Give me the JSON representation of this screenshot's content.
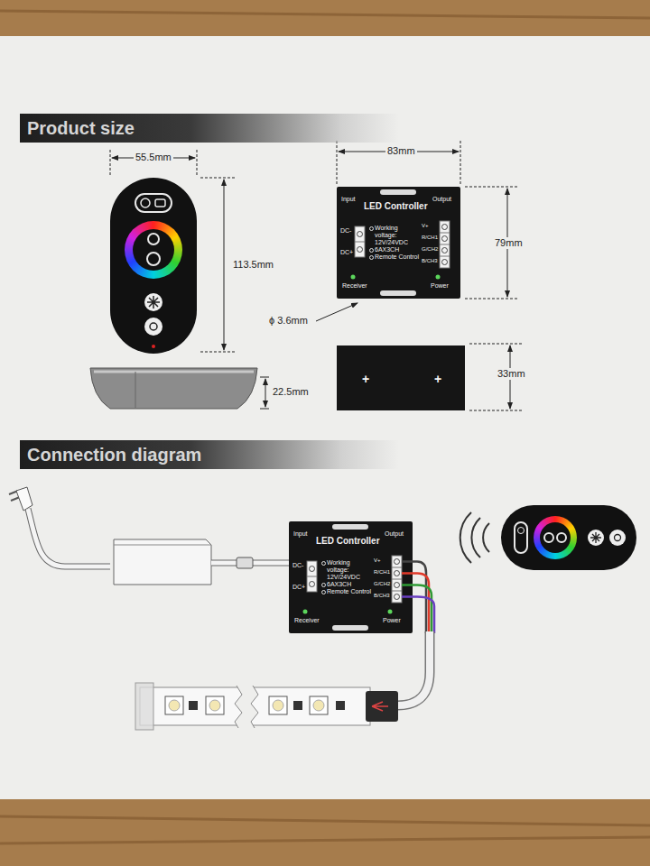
{
  "diagram": {
    "nodes": [
      {
        "text": [
          "Product size"
        ]
      },
      {
        "text": [
          "Input",
          "LED Controller",
          "Output",
          "DC-",
          "DC+",
          "Working voltage: 12V/24VDC",
          "6AX3CH",
          "Remote Control",
          "V+",
          "R/CH1",
          "G/CH2",
          "B/CH3",
          "Receiver",
          "Power"
        ]
      },
      {
        "text": [
          "+",
          "+"
        ]
      },
      {
        "text": [
          "Connection diagram"
        ]
      },
      {
        "text": [
          "Input",
          "LED Controller",
          "Output",
          "DC-",
          "DC+",
          "Working voltage: 12V/24VDC",
          "6AX3CH",
          "Remote Control",
          "V+",
          "R/CH1",
          "G/CH2",
          "B/CH3",
          "Receiver",
          "Power"
        ]
      }
    ],
    "labels": [
      "55.5mm",
      "113.5mm",
      "22.5mm",
      "83mm",
      "79mm",
      "ϕ 3.6mm",
      "33mm"
    ]
  }
}
